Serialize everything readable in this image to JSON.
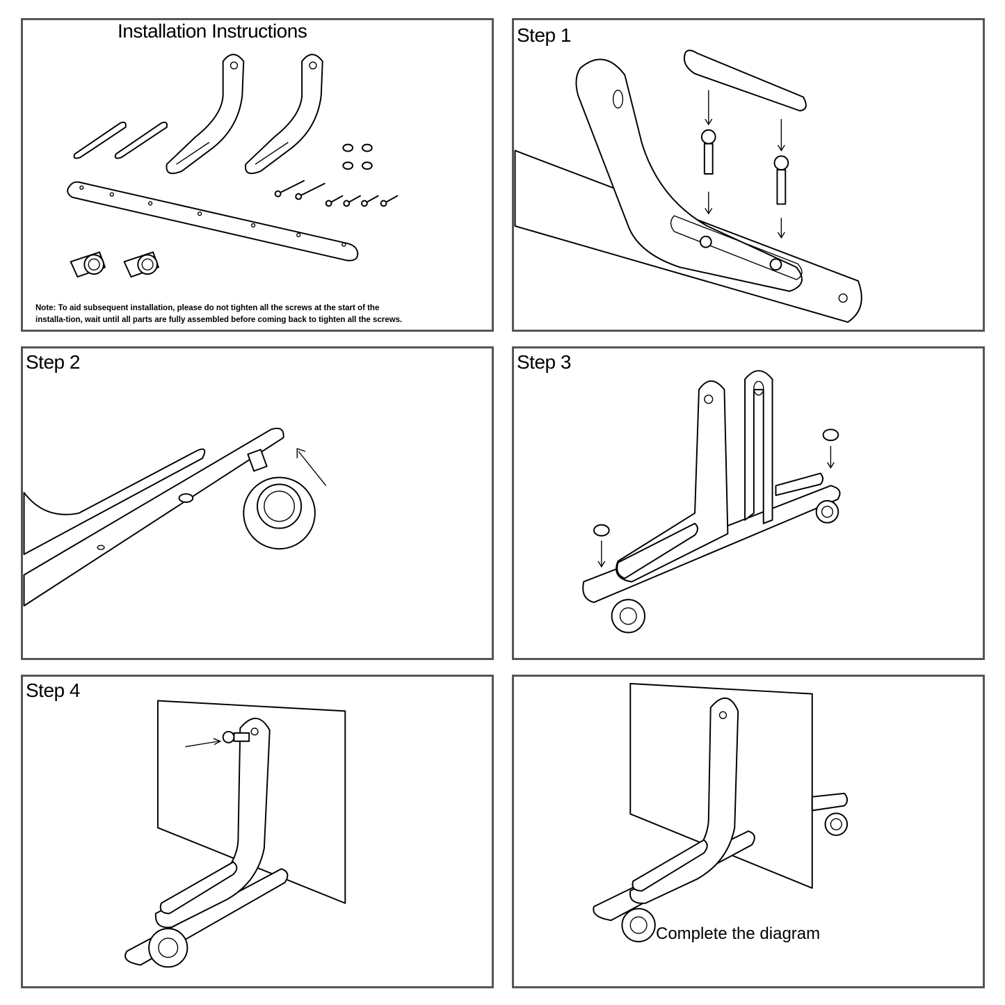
{
  "panels": {
    "parts": {
      "title": "Installation Instructions",
      "note_line1": "Note: To aid subsequent installation, please do not tighten all the screws at the start of the",
      "note_line2": "installa-tion, wait until all parts are fully assembled before coming back to tighten all the screws."
    },
    "step1": {
      "title": "Step 1"
    },
    "step2": {
      "title": "Step 2"
    },
    "step3": {
      "title": "Step 3"
    },
    "step4": {
      "title": "Step 4"
    },
    "complete": {
      "caption": "Complete the diagram"
    }
  },
  "colors": {
    "border": "#555555",
    "line": "#000000",
    "background": "#ffffff"
  },
  "icons": [
    "foot-pad-icon",
    "l-bracket-icon",
    "base-bar-icon",
    "caster-wheel-icon",
    "screw-icon",
    "nut-icon",
    "arrow-icon",
    "board-icon"
  ]
}
